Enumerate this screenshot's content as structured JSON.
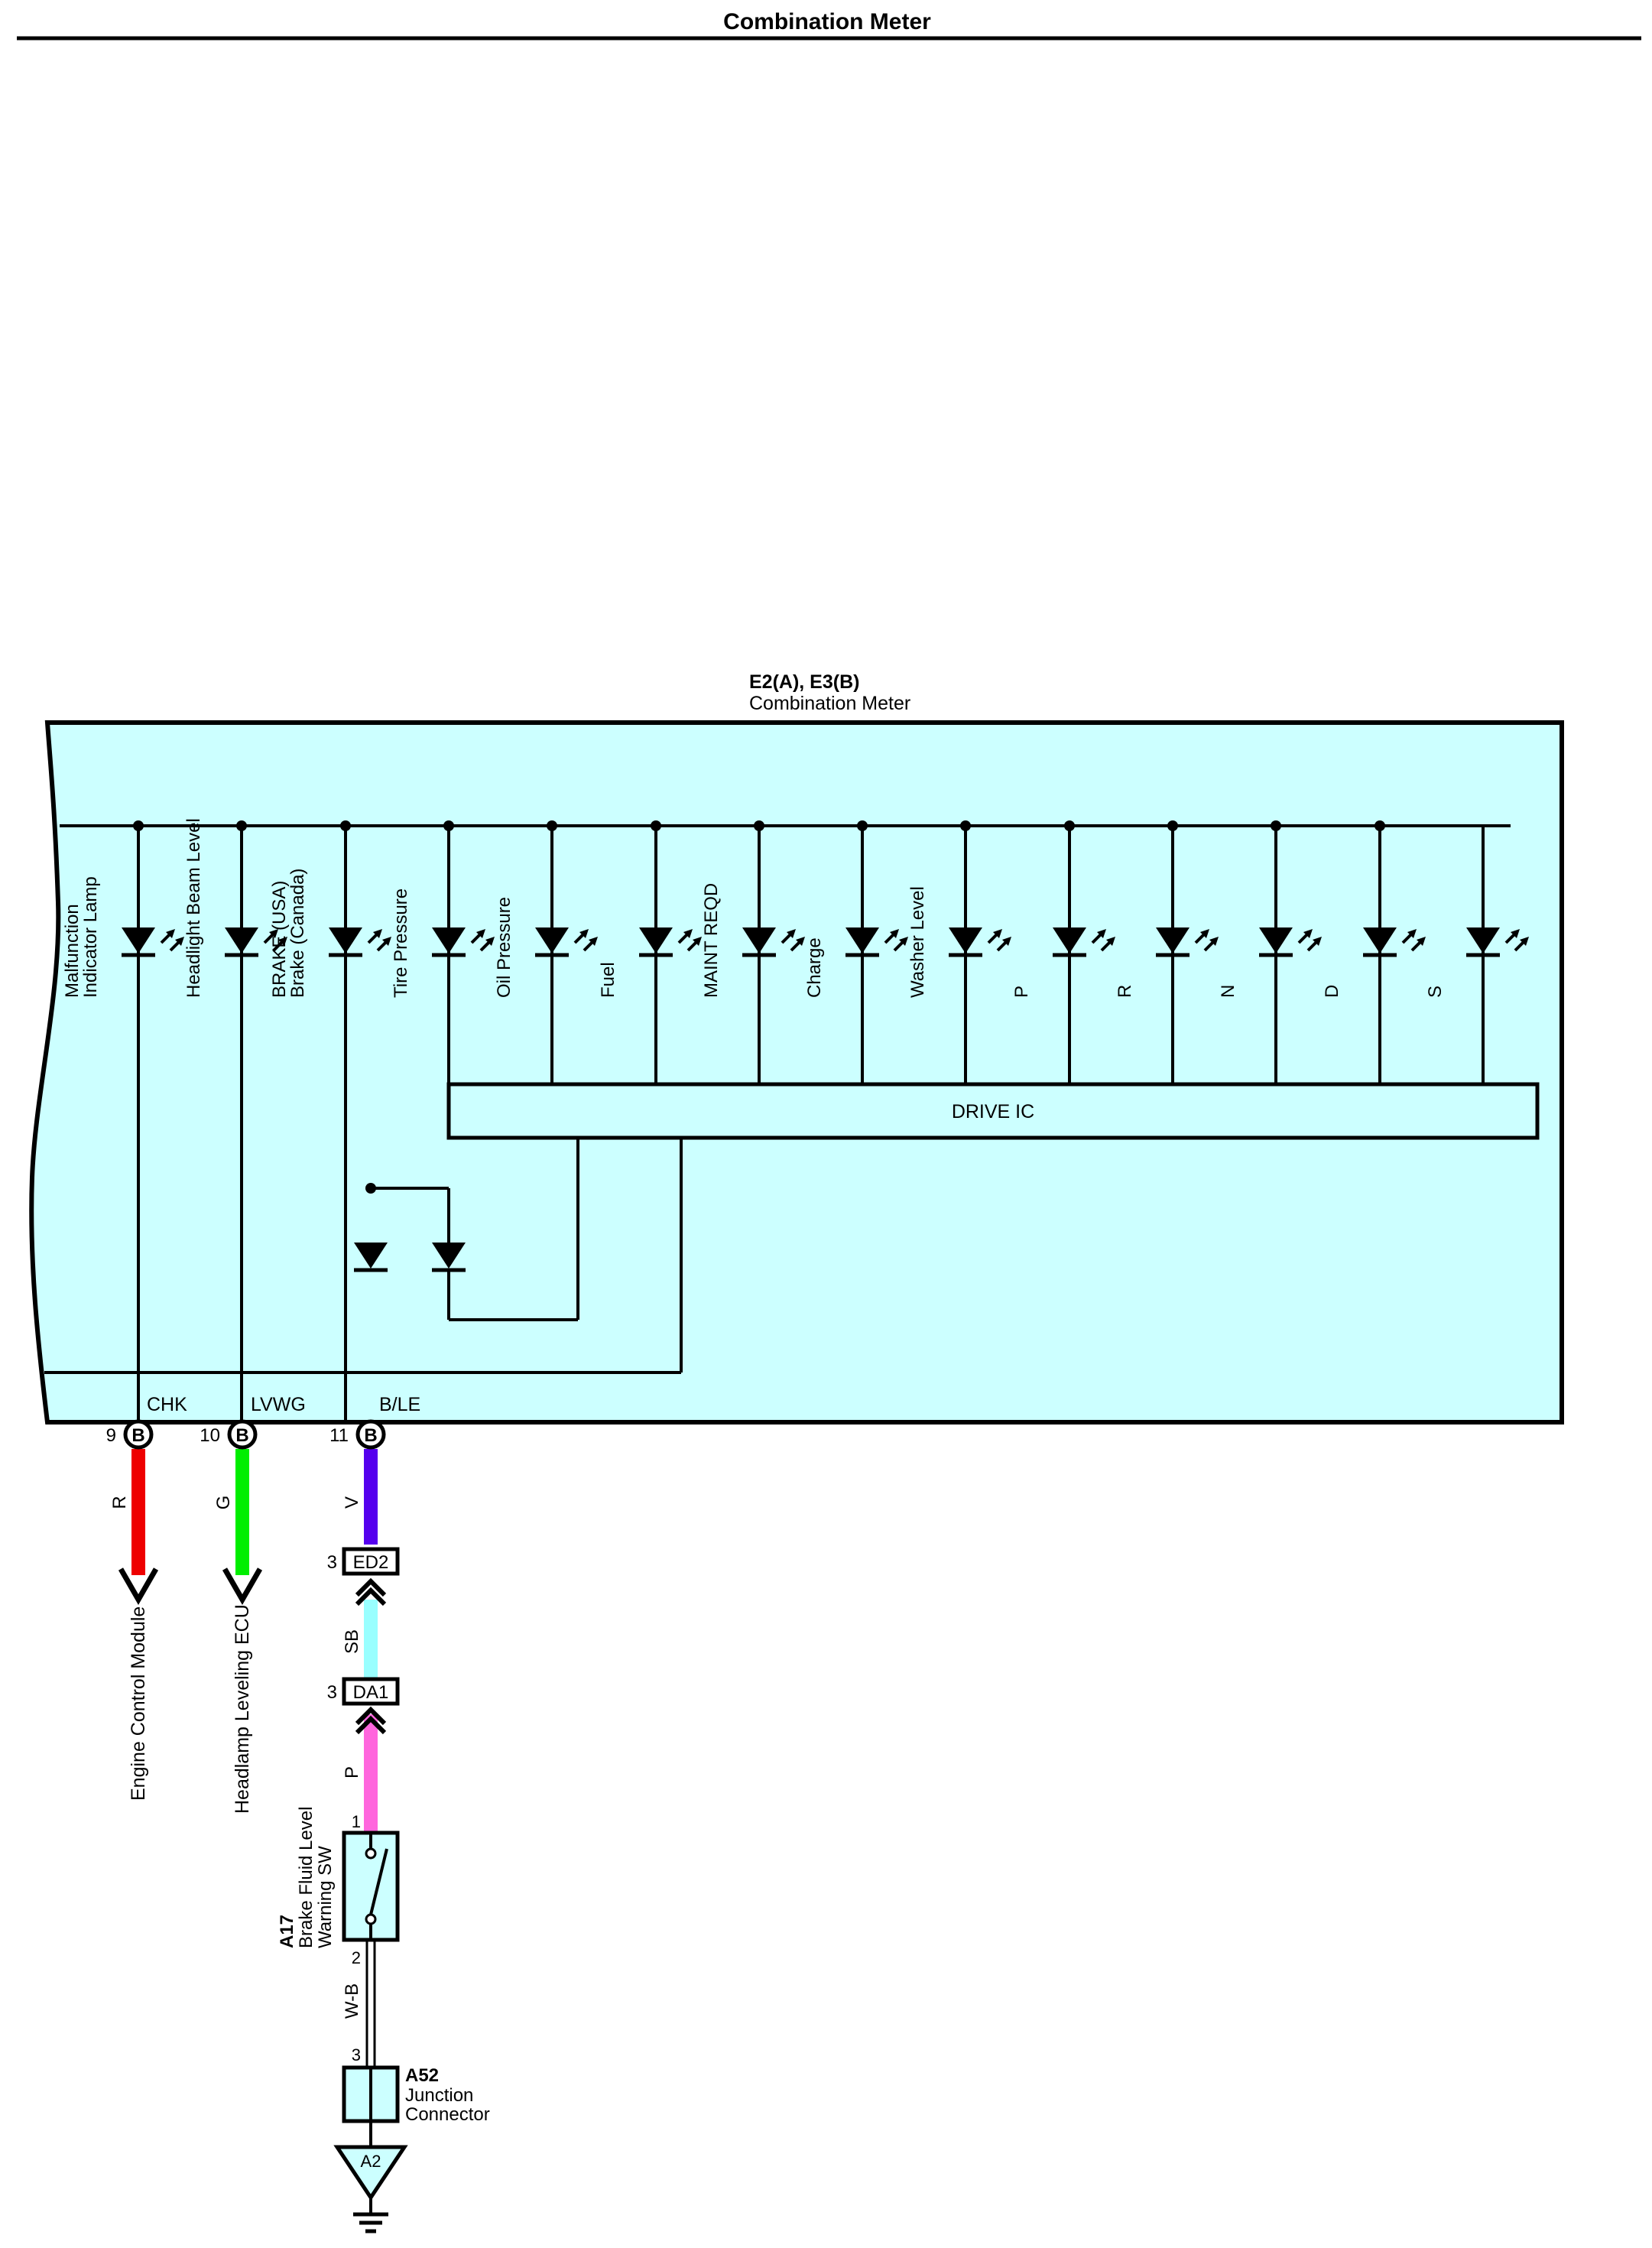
{
  "page": {
    "title": "Combination Meter"
  },
  "meter": {
    "ids": "E2(A), E3(B)",
    "name": "Combination Meter",
    "drive_ic": "DRIVE IC"
  },
  "indicators": [
    {
      "line1": "Malfunction",
      "line2": "Indicator Lamp"
    },
    {
      "line1": "Headlight Beam Level"
    },
    {
      "line1": "BRAKE (USA)",
      "line2": "Brake (Canada)"
    },
    {
      "line1": "Tire Pressure"
    },
    {
      "line1": "Oil Pressure"
    },
    {
      "line1": "Fuel"
    },
    {
      "line1": "MAINT REQD"
    },
    {
      "line1": "Charge"
    },
    {
      "line1": "Washer Level"
    },
    {
      "line1": "P"
    },
    {
      "line1": "R"
    },
    {
      "line1": "N"
    },
    {
      "line1": "D"
    },
    {
      "line1": "S"
    }
  ],
  "terminals": [
    {
      "pin": "9",
      "conn": "B",
      "signal": "CHK",
      "wire": "R",
      "wire_color": "#ee0000",
      "dest": "Engine Control Module"
    },
    {
      "pin": "10",
      "conn": "B",
      "signal": "LVWG",
      "wire": "G",
      "wire_color": "#00ee00",
      "dest": "Headlamp Leveling ECU"
    },
    {
      "pin": "11",
      "conn": "B",
      "signal": "B/LE",
      "wire": "V",
      "wire_color": "#5500ee"
    }
  ],
  "chain": {
    "ed2": {
      "pin": "3",
      "label": "ED2"
    },
    "sb_wire": {
      "label": "SB",
      "color": "#99ffff"
    },
    "da1": {
      "pin": "3",
      "label": "DA1"
    },
    "p_wire": {
      "label": "P",
      "color": "#ff66dd"
    },
    "switch": {
      "code": "A17",
      "line1": "Brake Fluid Level",
      "line2": "Warning SW",
      "pin_top": "1",
      "pin_bottom": "2"
    },
    "wb_wire": {
      "label": "W-B"
    },
    "junction": {
      "code": "A52",
      "line1": "Junction",
      "line2": "Connector",
      "pin": "3"
    },
    "ground": {
      "label": "A2"
    }
  },
  "colors": {
    "panel": "#ccffff",
    "line": "#000000"
  }
}
